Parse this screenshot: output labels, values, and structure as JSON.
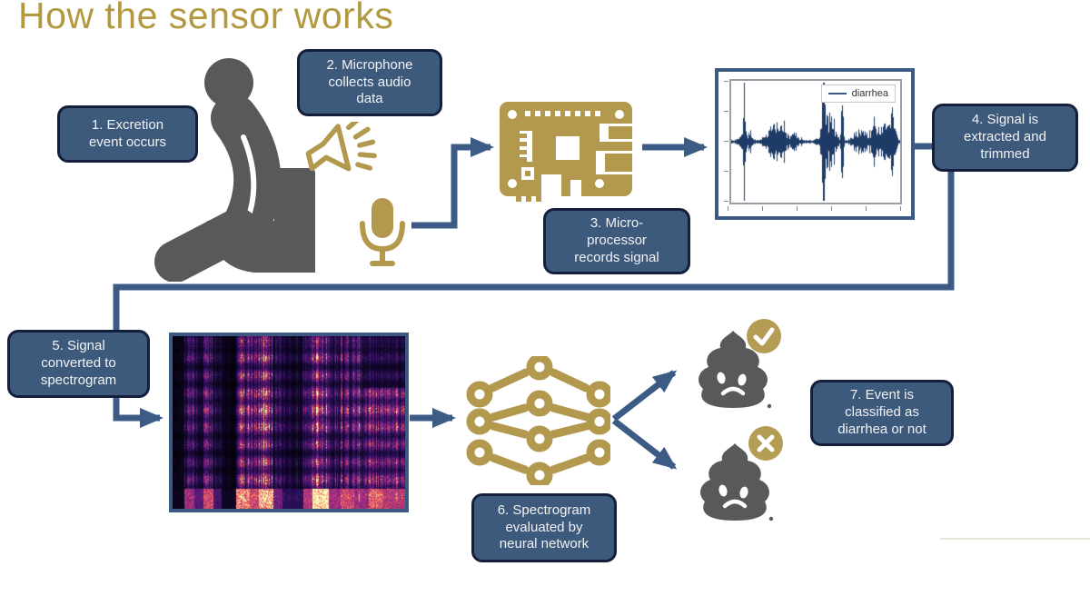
{
  "title": {
    "text": "How the sensor works",
    "color": "#b2993f"
  },
  "steps": [
    {
      "label": "1. Excretion\nevent occurs"
    },
    {
      "label": "2. Microphone\ncollects audio\ndata"
    },
    {
      "label": "3. Micro-\nprocessor\nrecords signal"
    },
    {
      "label": "4. Signal is\nextracted and\ntrimmed"
    },
    {
      "label": "5. Signal\nconverted to\nspectrogram"
    },
    {
      "label": "6. Spectrogram\nevaluated by\nneural network"
    },
    {
      "label": "7. Event is\nclassified as\ndiarrhea or not"
    }
  ],
  "figures": {
    "waveform": {
      "legend": "diarrhea",
      "line_color": "#1d3b66",
      "noise_floor": 0.03,
      "bursts": [
        {
          "c": 0.075,
          "s": 0.004,
          "a": 1.3
        },
        {
          "c": 0.085,
          "s": 0.025,
          "a": 0.18
        },
        {
          "c": 0.27,
          "s": 0.045,
          "a": 0.3
        },
        {
          "c": 0.38,
          "s": 0.02,
          "a": 0.12
        },
        {
          "c": 0.545,
          "s": 0.009,
          "a": 1.4
        },
        {
          "c": 0.575,
          "s": 0.03,
          "a": 0.48
        },
        {
          "c": 0.655,
          "s": 0.005,
          "a": 0.95
        },
        {
          "c": 0.75,
          "s": 0.03,
          "a": 0.18
        },
        {
          "c": 0.88,
          "s": 0.05,
          "a": 0.34
        },
        {
          "c": 0.955,
          "s": 0.012,
          "a": 0.5
        }
      ]
    },
    "spectrogram": {
      "palette": [
        [
          0.0,
          "#000004"
        ],
        [
          0.25,
          "#2c115f"
        ],
        [
          0.45,
          "#721f81"
        ],
        [
          0.65,
          "#b73779"
        ],
        [
          0.8,
          "#f1605d"
        ],
        [
          0.9,
          "#feae77"
        ],
        [
          1.0,
          "#fcfdbf"
        ]
      ],
      "bands": [
        [
          0.0,
          0.05,
          0.1
        ],
        [
          0.05,
          0.09,
          0.45
        ],
        [
          0.09,
          0.13,
          0.3
        ],
        [
          0.13,
          0.175,
          0.55
        ],
        [
          0.175,
          0.21,
          0.25
        ],
        [
          0.21,
          0.27,
          0.12
        ],
        [
          0.27,
          0.33,
          0.65
        ],
        [
          0.33,
          0.37,
          0.55
        ],
        [
          0.37,
          0.43,
          0.7
        ],
        [
          0.43,
          0.47,
          0.35
        ],
        [
          0.47,
          0.56,
          0.18
        ],
        [
          0.56,
          0.6,
          0.5
        ],
        [
          0.6,
          0.67,
          0.8
        ],
        [
          0.67,
          0.72,
          0.45
        ],
        [
          0.72,
          0.78,
          0.55
        ],
        [
          0.78,
          0.84,
          0.45
        ],
        [
          0.84,
          0.9,
          0.6
        ],
        [
          0.9,
          1.0,
          0.5
        ]
      ]
    }
  },
  "icons": {
    "person_on_toilet": "person-on-toilet-icon",
    "speaker": "sound-speaker-icon",
    "microphone": "microphone-icon",
    "microprocessor": "raspberry-pi-board-icon",
    "neural_network": "neural-network-icon",
    "poop_positive": "poop-check-icon",
    "poop_negative": "poop-cross-icon"
  },
  "colors": {
    "gold": "#b3994d",
    "title_gold": "#b2993f",
    "box_fill": "#3d5a7d",
    "box_border": "#141f3c",
    "connector": "#3d5c85",
    "icon_gray": "#58595b",
    "waveform_line": "#1d3b66"
  }
}
